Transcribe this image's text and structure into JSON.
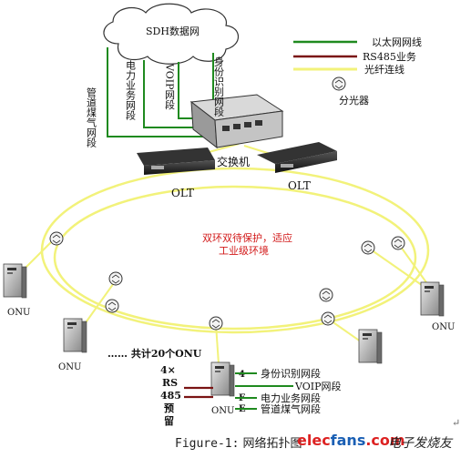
{
  "cloud": {
    "label": "SDH数据网"
  },
  "legend": {
    "ethernet": "以太网网线",
    "rs485": "RS485业务",
    "fiber": "光纤连线",
    "splitter": "分光器",
    "colors": {
      "ethernet": "#1f8a1f",
      "rs485": "#7a1414",
      "fiber": "#f2f27a"
    }
  },
  "segments": {
    "gas": "管道煤气网段",
    "power": "电力业务网段",
    "voip": "VOIP网段",
    "identity": "身份识别网段"
  },
  "switch_label": "交换机",
  "olt_left": "OLT",
  "olt_right": "OLT",
  "ring_note": {
    "line1": "双环双待保护，适应",
    "line2": "工业级环境",
    "color": "#d21a1a"
  },
  "onu": [
    "ONU",
    "ONU",
    "ONU",
    "ONU"
  ],
  "total_onu": "…… 共计20个ONU",
  "rs485_note": {
    "a": "4×",
    "b": "RS",
    "c": "485",
    "d": "预",
    "e": "留"
  },
  "port_letters": [
    "4",
    "F",
    "E"
  ],
  "bottom_segments": {
    "identity": "身份识别网段",
    "voip": "VOIP网段",
    "power": "电力业务网段",
    "gas": "管道煤气网段"
  },
  "caption": {
    "prefix": "Figure-1:",
    "title": "网络拓扑图"
  },
  "watermark": {
    "brand_a": "elec",
    "brand_b": "fans",
    "brand_c": ".com",
    "cn": "电子发烧友"
  }
}
